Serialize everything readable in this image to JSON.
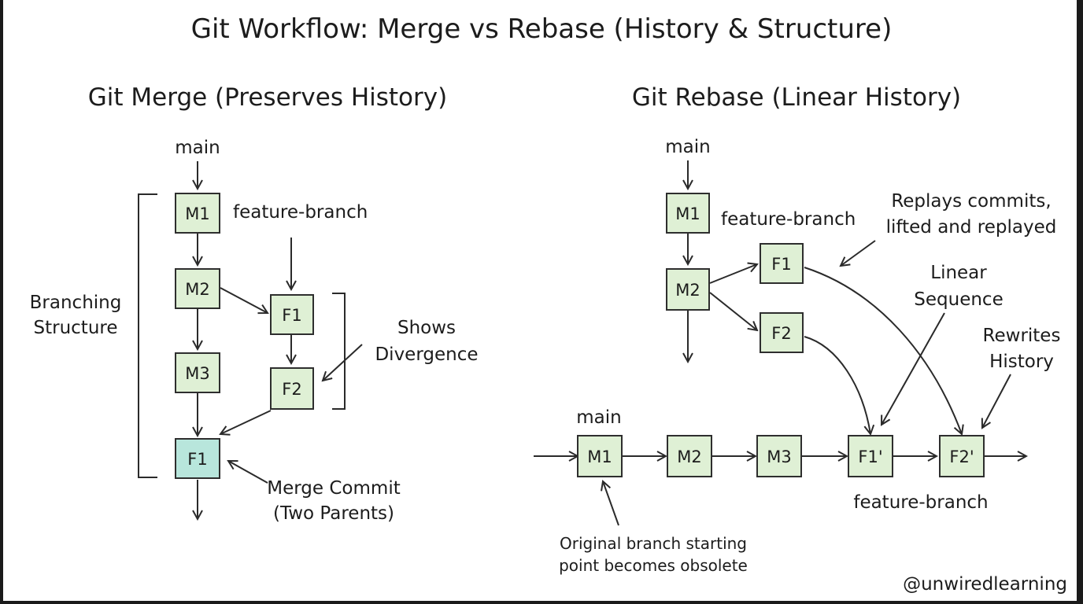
{
  "title": "Git Workflow: Merge vs Rebase (History & Structure)",
  "credit": "@unwiredlearning",
  "colors": {
    "node_fill": "#dff0d5",
    "merge_fill": "#b8e6dc",
    "ink": "#1c1c1c"
  },
  "merge": {
    "heading": "Git Merge (Preserves History)",
    "main_label": "main",
    "feature_label": "feature-branch",
    "nodes": {
      "m1": "M1",
      "m2": "M2",
      "m3": "M3",
      "f1": "F1",
      "f2": "F2",
      "merge": "F1"
    },
    "annotations": {
      "branching_1": "Branching",
      "branching_2": "Structure",
      "divergence_1": "Shows",
      "divergence_2": "Divergence",
      "merge_commit_1": "Merge Commit",
      "merge_commit_2": "(Two Parents)"
    }
  },
  "rebase": {
    "heading": "Git Rebase (Linear History)",
    "main_label_top": "main",
    "feature_label_top": "feature-branch",
    "main_label_bottom": "main",
    "feature_label_bottom": "feature-branch",
    "nodes": {
      "m1": "M1",
      "m2": "M2",
      "f1": "F1",
      "f2": "F2",
      "b_m1": "M1",
      "b_m2": "M2",
      "b_m3": "M3",
      "b_f1p": "F1'",
      "b_f2p": "F2'"
    },
    "annotations": {
      "replays_1": "Replays commits,",
      "replays_2": "lifted and replayed",
      "linear_1": "Linear",
      "linear_2": "Sequence",
      "rewrites_1": "Rewrites",
      "rewrites_2": "History",
      "obsolete_1": "Original branch starting",
      "obsolete_2": "point becomes obsolete"
    }
  }
}
